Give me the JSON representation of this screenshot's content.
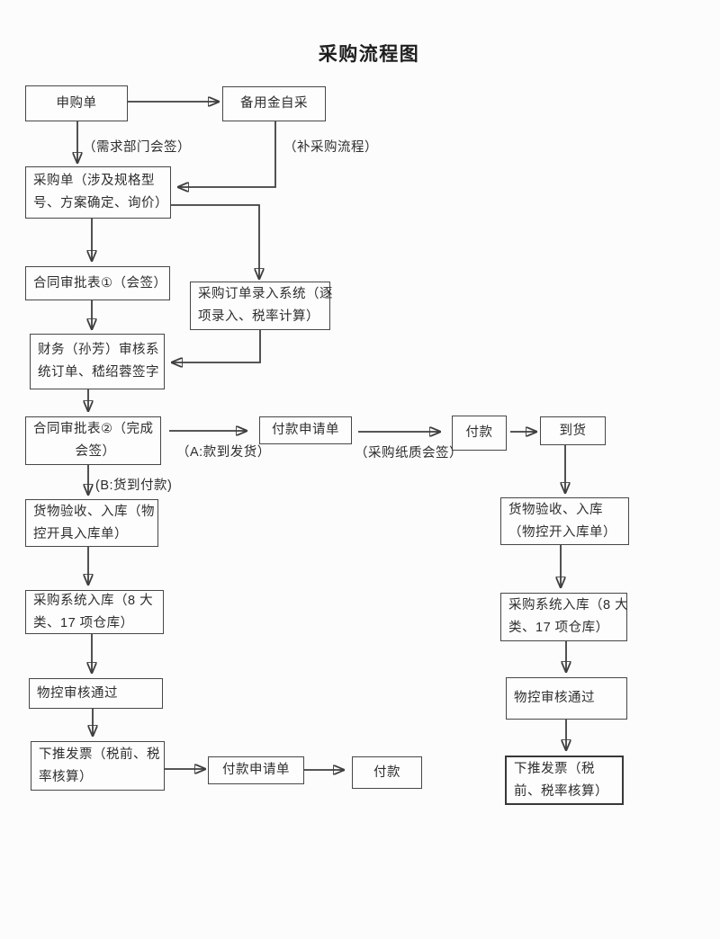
{
  "title": "采购流程图",
  "nodes": {
    "purchase_request": {
      "label": "申购单",
      "lines": [
        "申购单"
      ]
    },
    "petty_cash_self_purchase": {
      "label": "备用金自采",
      "lines": [
        "备用金自采"
      ]
    },
    "purchase_order": {
      "label": "采购单（涉及规格型号、方案确定、询价）",
      "lines": [
        "采购单（涉及规格型",
        "号、方案确定、询价）"
      ]
    },
    "contract_approval_1": {
      "label": "合同审批表①（会签）",
      "lines": [
        "合同审批表①（会签）"
      ]
    },
    "order_entry_system": {
      "label": "采购订单录入系统（逐项录入、税率计算）",
      "lines": [
        "采购订单录入系统（逐",
        "项录入、税率计算）"
      ]
    },
    "finance_review": {
      "label": "财务（孙芳）审核系统订单、嵇绍蓉签字",
      "lines": [
        "财务（孙芳）审核系",
        "统订单、嵇绍蓉签字"
      ]
    },
    "contract_approval_2": {
      "label": "合同审批表②（完成会签）",
      "lines": [
        "合同审批表②（完成",
        "会签）"
      ]
    },
    "payment_request_top": {
      "label": "付款申请单",
      "lines": [
        "付款申请单"
      ]
    },
    "payment_top": {
      "label": "付款",
      "lines": [
        "付款"
      ]
    },
    "goods_arrival": {
      "label": "到货",
      "lines": [
        "到货"
      ]
    },
    "goods_inspection_left": {
      "label": "货物验收、入库（物控开具入库单）",
      "lines": [
        "货物验收、入库（物",
        "控开具入库单）"
      ]
    },
    "warehouse_entry_left": {
      "label": "采购系统入库（8 大类、17 项仓库）",
      "lines": [
        "采购系统入库（8 大",
        "类、17 项仓库）"
      ]
    },
    "material_control_left": {
      "label": "物控审核通过",
      "lines": [
        "物控审核通过"
      ]
    },
    "invoice_push_left": {
      "label": "下推发票（税前、税率核算）",
      "lines": [
        "下推发票（税前、税",
        "率核算）"
      ]
    },
    "payment_request_bottom": {
      "label": "付款申请单",
      "lines": [
        "付款申请单"
      ]
    },
    "payment_bottom": {
      "label": "付款",
      "lines": [
        "付款"
      ]
    },
    "goods_inspection_right": {
      "label": "货物验收、入库（物控开入库单）",
      "lines": [
        "货物验收、入库",
        "（物控开入库单）"
      ]
    },
    "warehouse_entry_right": {
      "label": "采购系统入库（8 大类、17 项仓库）",
      "lines": [
        "采购系统入库（8 大",
        "类、17 项仓库）"
      ]
    },
    "material_control_right": {
      "label": "物控审核通过",
      "lines": [
        "物控审核通过"
      ]
    },
    "invoice_push_right": {
      "label": "下推发票（税前、税率核算）",
      "lines": [
        "下推发票（税",
        "前、税率核算）"
      ]
    }
  },
  "edge_labels": {
    "demand_dept_countersign": "（需求部门会签）",
    "supplementary_purchase_process": "（补采购流程）",
    "a_payment_before_delivery": "（A:款到发货）",
    "purchase_paper_countersign": "（采购纸质会签）",
    "b_delivery_before_payment": "(B:货到付款)"
  },
  "colors": {
    "line": "#3f3f3f",
    "border": "#474747",
    "text": "#2d2d2d",
    "background": "#fcfcfc"
  }
}
